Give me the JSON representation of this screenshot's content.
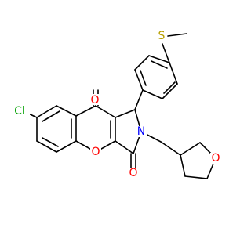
{
  "molecule": {
    "atoms": {
      "chlorine": {
        "label": "Cl",
        "color": "#00a000"
      },
      "ketone_oxygen": {
        "label": "O",
        "color": "#ff0000"
      },
      "ring_oxygen": {
        "label": "O",
        "color": "#ff0000"
      },
      "lactam_oxygen": {
        "label": "O",
        "color": "#ff0000"
      },
      "thf_oxygen": {
        "label": "O",
        "color": "#ff0000"
      },
      "nitrogen": {
        "label": "N",
        "color": "#0000ff"
      },
      "sulfur": {
        "label": "S",
        "color": "#b8a000"
      }
    },
    "bond_color": "#000000"
  }
}
